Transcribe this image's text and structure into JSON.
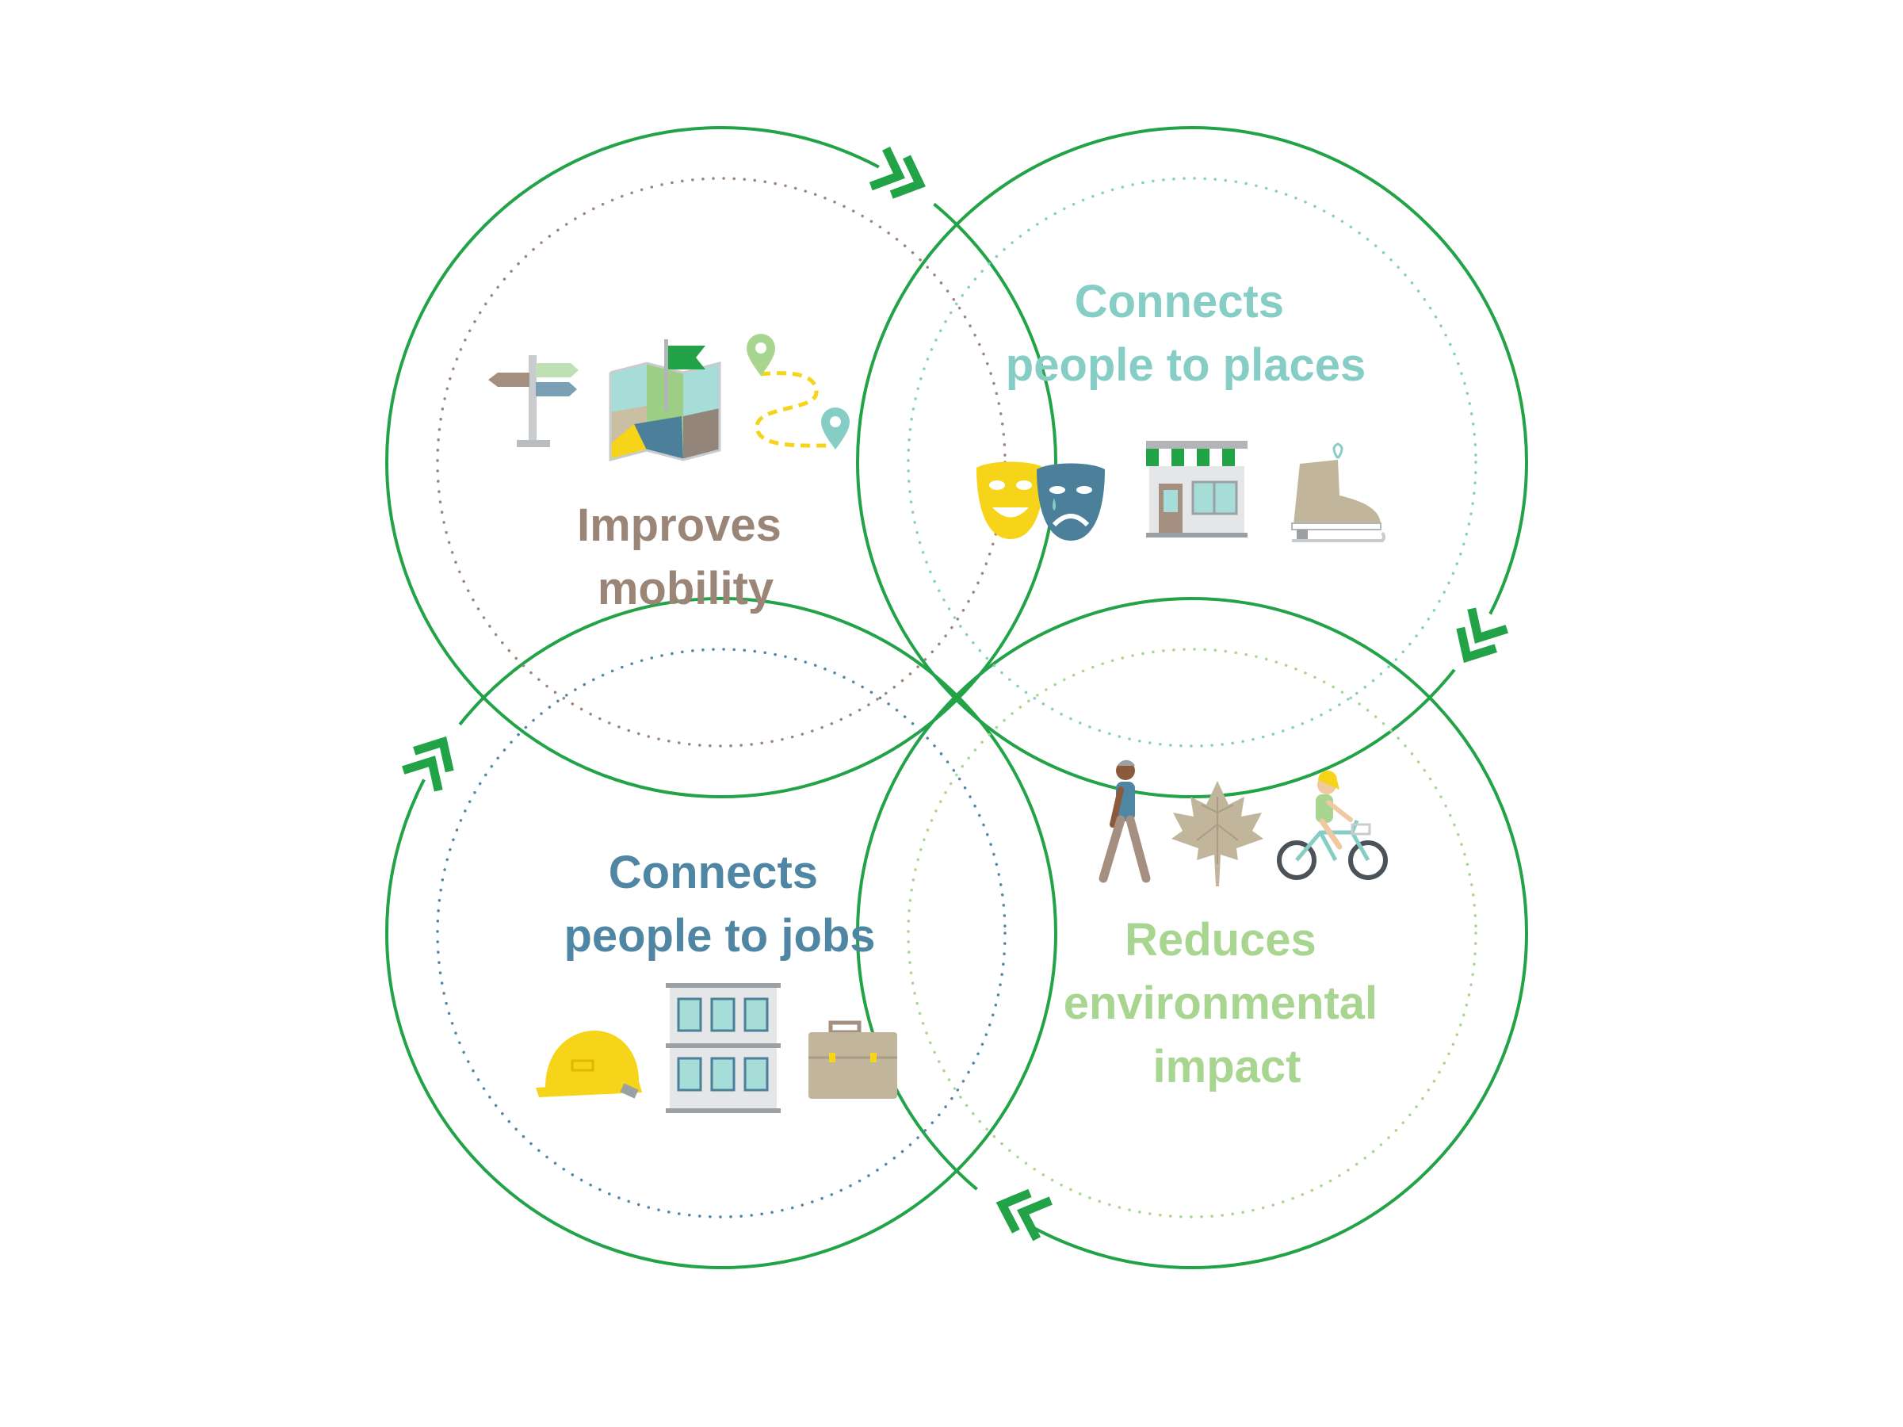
{
  "colors": {
    "ring": "#22a347",
    "arrow": "#22a347",
    "mobility": "#9a8576",
    "places": "#86cdc6",
    "jobs": "#4f86a3",
    "environment": "#a8d590",
    "yellow": "#f5d419",
    "tan": "#c1b59b",
    "grey": "#9aa0a4"
  },
  "circles": [
    {
      "id": "mobility",
      "lines": [
        "Improves",
        "mobility"
      ],
      "icons": [
        "signpost-icon",
        "map-flag-icon",
        "route-pin-icon"
      ]
    },
    {
      "id": "places",
      "lines": [
        "Connects",
        "people to places"
      ],
      "icons": [
        "theatre-masks-icon",
        "storefront-icon",
        "ice-skate-icon"
      ]
    },
    {
      "id": "jobs",
      "lines": [
        "Connects",
        "people to jobs"
      ],
      "icons": [
        "hard-hat-icon",
        "office-building-icon",
        "briefcase-icon"
      ]
    },
    {
      "id": "environment",
      "lines": [
        "Reduces",
        "environmental",
        "impact"
      ],
      "icons": [
        "walking-person-icon",
        "maple-leaf-icon",
        "cyclist-icon"
      ]
    }
  ],
  "arrows": [
    "double-chevron-right-icon",
    "double-chevron-down-icon",
    "double-chevron-left-icon",
    "double-chevron-up-icon"
  ]
}
